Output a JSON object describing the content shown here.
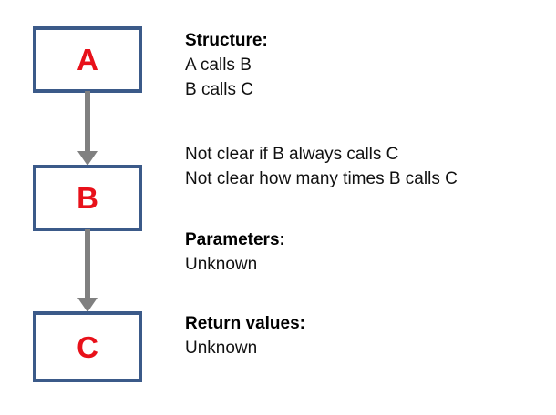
{
  "diagram": {
    "type": "flowchart",
    "background_color": "#ffffff",
    "node_border_color": "#3b5a89",
    "node_label_color": "#e8111a",
    "arrow_color": "#808080",
    "nodes": [
      {
        "id": "a",
        "label": "A"
      },
      {
        "id": "b",
        "label": "B"
      },
      {
        "id": "c",
        "label": "C"
      }
    ],
    "edges": [
      {
        "id": "ab",
        "from": "A",
        "to": "B"
      },
      {
        "id": "bc",
        "from": "B",
        "to": "C"
      }
    ]
  },
  "annotations": {
    "structure": {
      "heading": "Structure:",
      "lines": [
        "A calls B",
        "B calls C"
      ]
    },
    "notes": {
      "lines": [
        "Not clear if B always calls C",
        "Not clear how many times B calls C"
      ]
    },
    "parameters": {
      "heading": "Parameters:",
      "value": "Unknown"
    },
    "returns": {
      "heading": "Return values:",
      "value": "Unknown"
    }
  }
}
